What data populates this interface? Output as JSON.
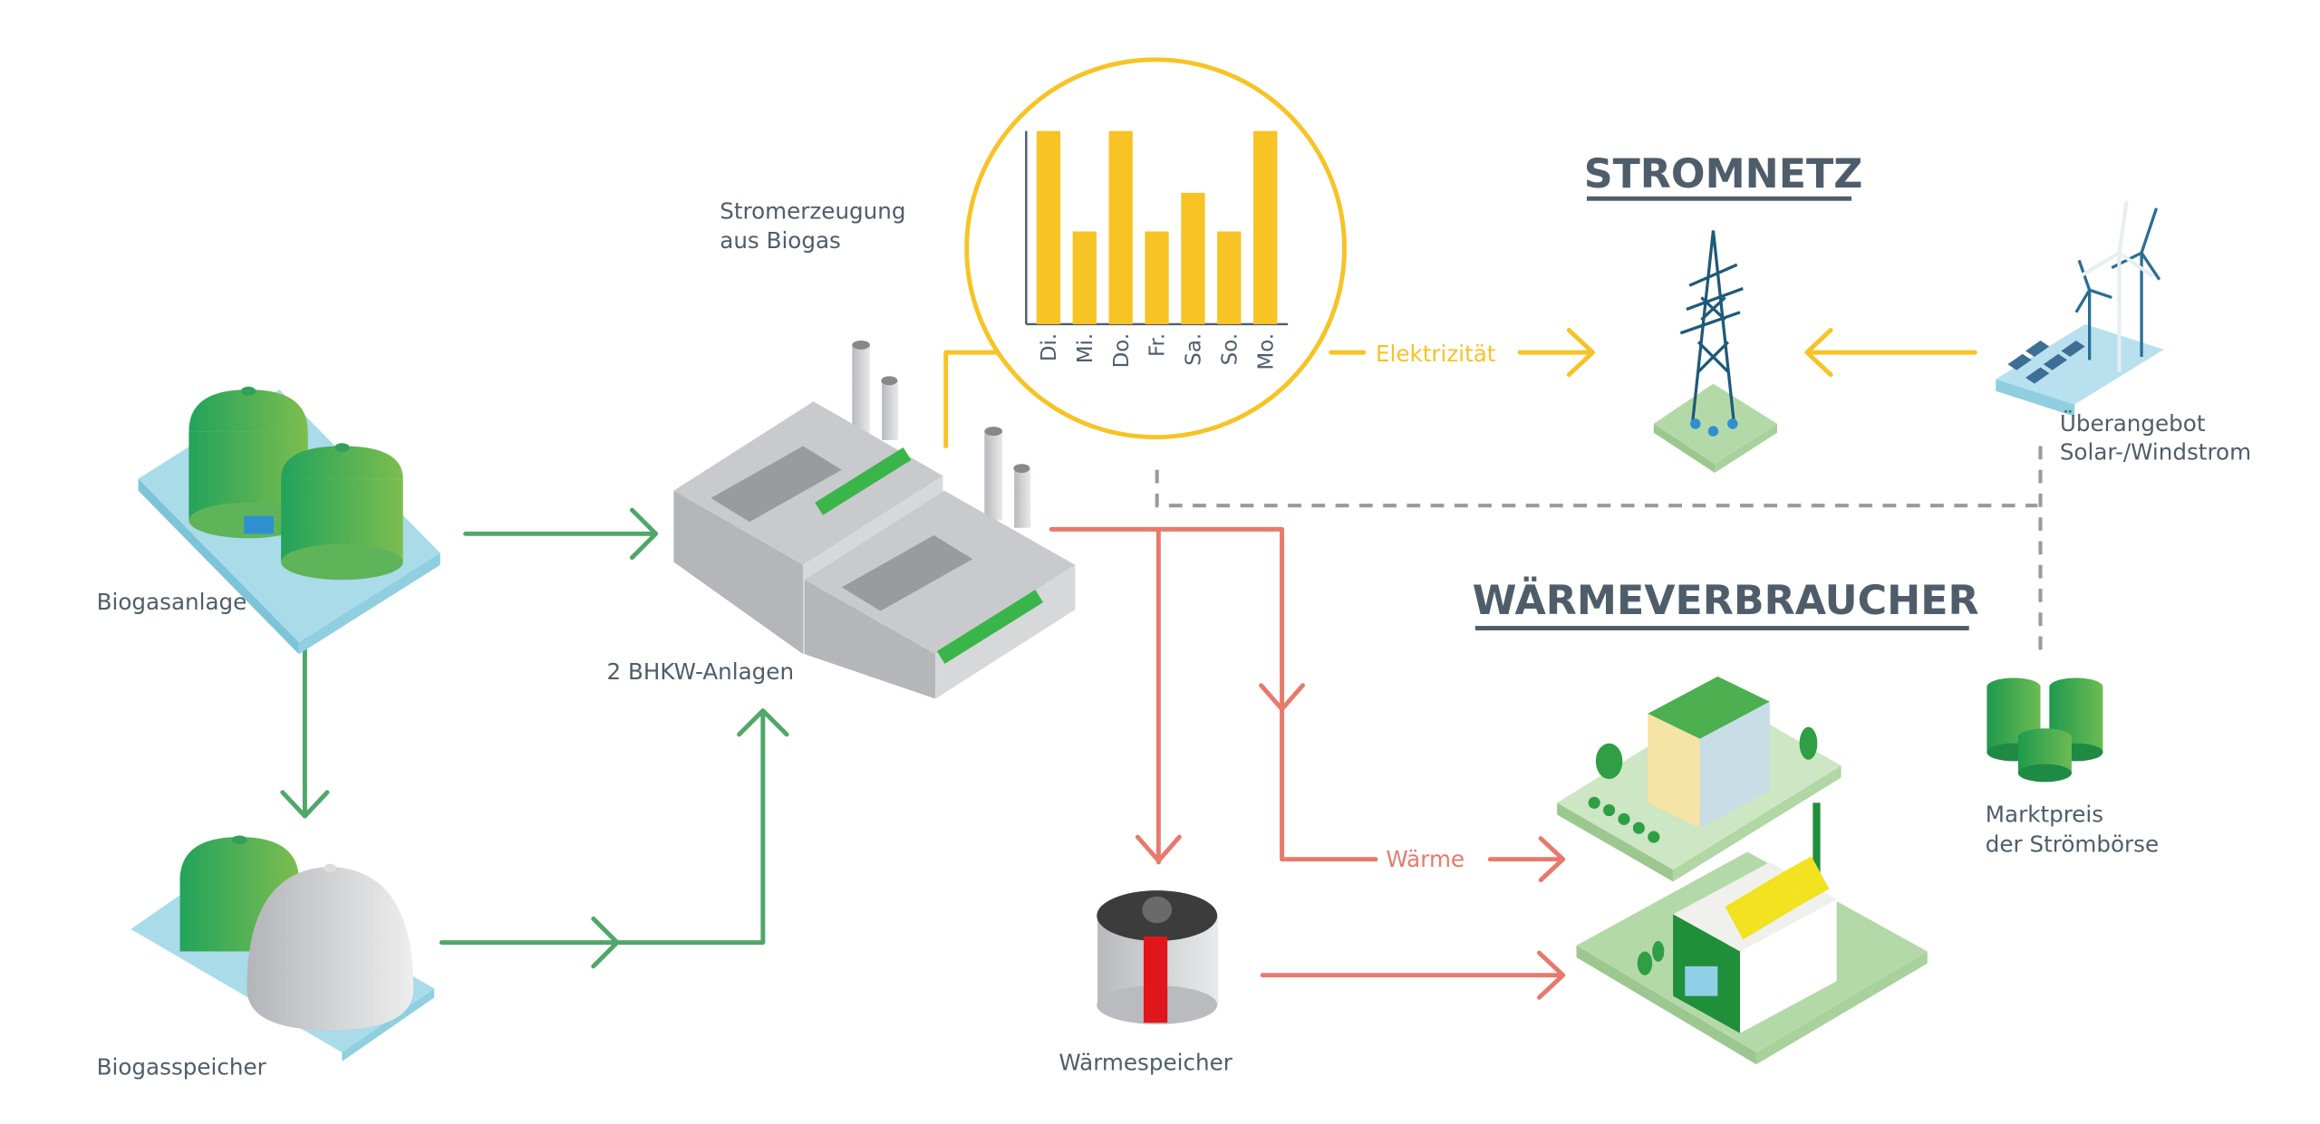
{
  "colors": {
    "text": "#4f5d6b",
    "electricity": "#f7c325",
    "heat": "#e8796b",
    "biogas_flow": "#4fa768",
    "market_link": "#9a9a9a",
    "tank_green": "#3aab5a",
    "platform_blue": "#a9dbe9",
    "ground_green": "#b4d9a9"
  },
  "headings": {
    "grid": "STROMNETZ",
    "heat_consumers": "WÄRMEVERBRAUCHER"
  },
  "nodes": {
    "biogas_plant": "Biogasanlage",
    "biogas_storage": "Biogasspeicher",
    "chp_plants": "2 BHKW-Anlagen",
    "heat_storage": "Wärmespeicher",
    "power_generation_line1": "Stromerzeugung",
    "power_generation_line2": "aus Biogas",
    "surplus_line1": "Überangebot",
    "surplus_line2": "Solar-/Windstrom",
    "market_line1": "Marktpreis",
    "market_line2": "der Strömbörse"
  },
  "flows": {
    "electricity": "Elektrizität",
    "heat": "Wärme"
  },
  "chart_data": {
    "type": "bar",
    "title": "Stromerzeugung aus Biogas",
    "categories": [
      "Di.",
      "Mi.",
      "Do.",
      "Fr.",
      "Sa.",
      "So.",
      "Mo."
    ],
    "values": [
      100,
      48,
      100,
      48,
      68,
      48,
      100
    ],
    "units": "relative (no axis scale shown)",
    "xlabel": "",
    "ylabel": "",
    "ylim": [
      0,
      100
    ],
    "grid": false,
    "legend": "none"
  }
}
